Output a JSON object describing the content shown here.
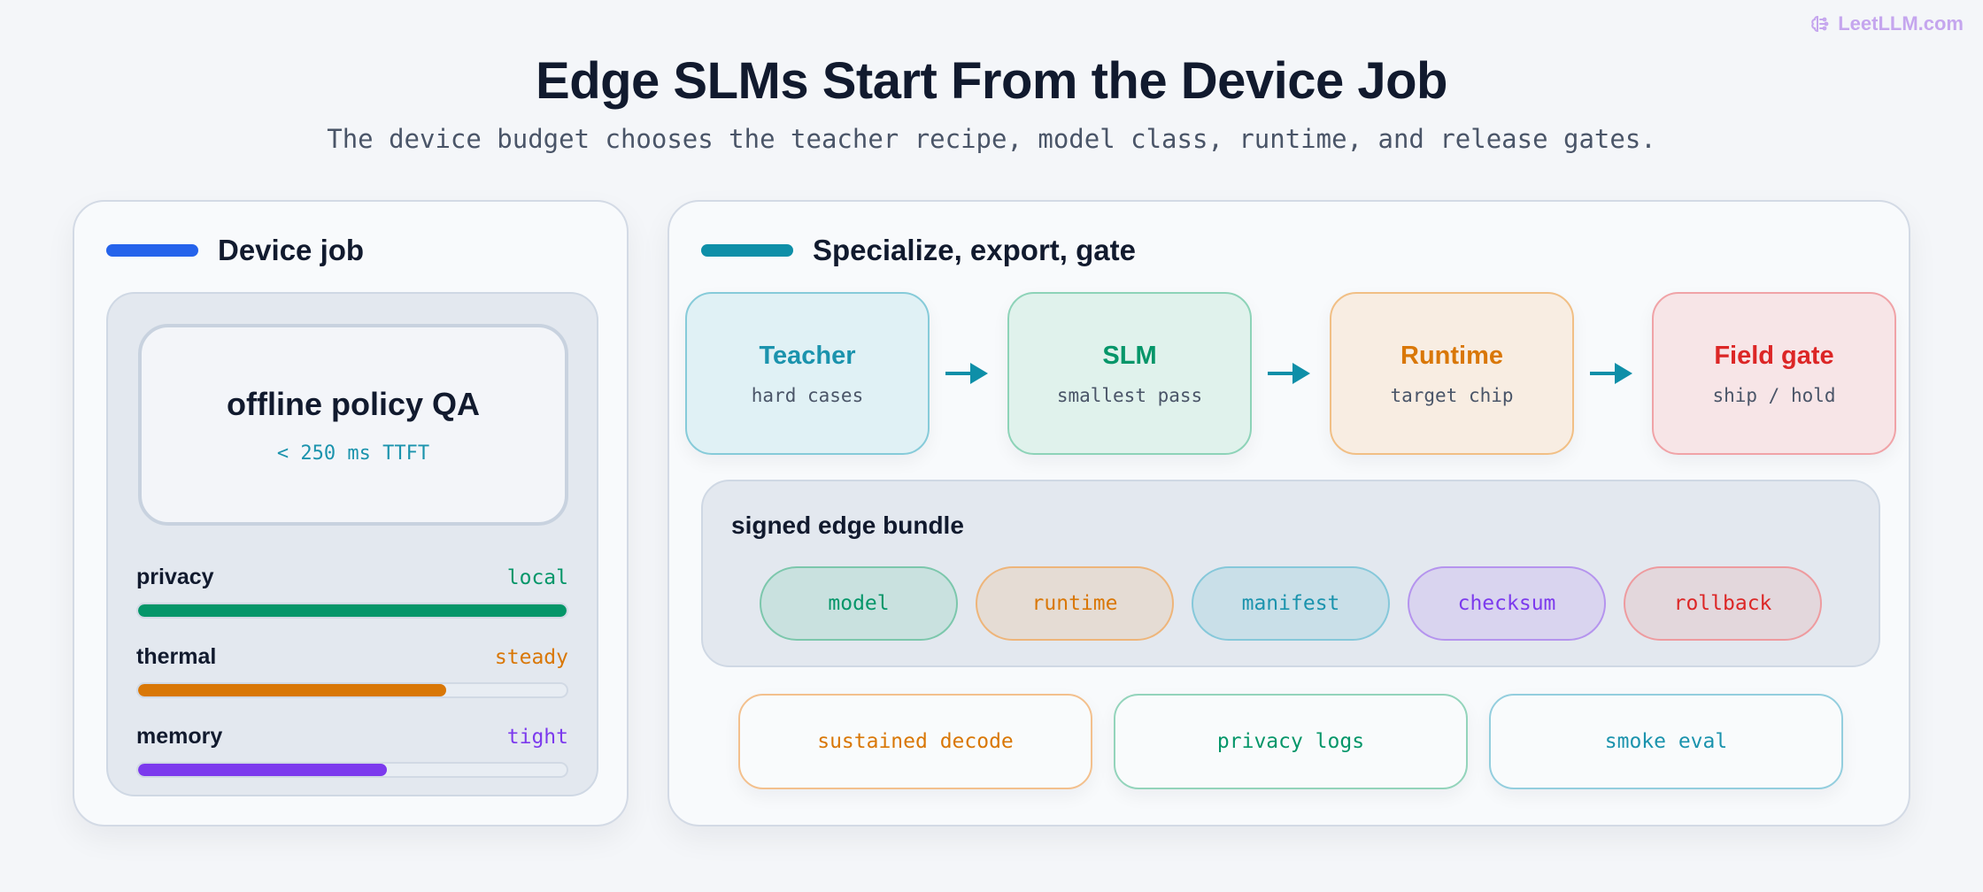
{
  "brand": {
    "name": "LeetLLM.com",
    "icon": "brain-icon",
    "color": "#c5a6ee"
  },
  "title": "Edge SLMs Start From the Device Job",
  "subtitle": "The device budget chooses the teacher recipe, model class, runtime, and release gates.",
  "device_panel": {
    "heading": "Device job",
    "accent": "#2563eb",
    "job": {
      "title": "offline policy QA",
      "constraint": "< 250 ms TTFT"
    },
    "meters": [
      {
        "label": "privacy",
        "value": "local",
        "level": 1.0,
        "color": "#059669"
      },
      {
        "label": "thermal",
        "value": "steady",
        "level": 0.72,
        "color": "#d97706"
      },
      {
        "label": "memory",
        "value": "tight",
        "level": 0.58,
        "color": "#7c3aed"
      }
    ]
  },
  "pipeline_panel": {
    "heading": "Specialize, export, gate",
    "accent": "#0e8fa8",
    "stages": [
      {
        "title": "Teacher",
        "sub": "hard cases",
        "color": "#1b93ad",
        "bg": "#e0f1f5",
        "border": "#86cbd9"
      },
      {
        "title": "SLM",
        "sub": "smallest pass",
        "color": "#059669",
        "bg": "#e0f2ec",
        "border": "#8dd3b8"
      },
      {
        "title": "Runtime",
        "sub": "target chip",
        "color": "#d97706",
        "bg": "#f8ede2",
        "border": "#f1bf85"
      },
      {
        "title": "Field gate",
        "sub": "ship / hold",
        "color": "#dc2626",
        "bg": "#f7e5e7",
        "border": "#f0a3a7"
      }
    ],
    "arrow_icon": "arrow-right-icon",
    "arrow_color": "#0e8fa8",
    "bundle": {
      "title": "signed edge bundle",
      "items": [
        {
          "label": "model",
          "color": "#059669",
          "bg": "#c9e1df",
          "border": "#7cc7ac"
        },
        {
          "label": "runtime",
          "color": "#d97706",
          "bg": "#e5dcd4",
          "border": "#eeb57a"
        },
        {
          "label": "manifest",
          "color": "#1b93ad",
          "bg": "#c9dfe8",
          "border": "#86c8da"
        },
        {
          "label": "checksum",
          "color": "#7c3aed",
          "bg": "#d9d4ef",
          "border": "#b594ee"
        },
        {
          "label": "rollback",
          "color": "#dc2626",
          "bg": "#e3d7dc",
          "border": "#ee9b9f"
        }
      ]
    },
    "gates": [
      {
        "label": "sustained decode",
        "color": "#d97706",
        "border": "#f3c08d"
      },
      {
        "label": "privacy logs",
        "color": "#059669",
        "border": "#93d4bb"
      },
      {
        "label": "smoke eval",
        "color": "#1b93ad",
        "border": "#93cede"
      }
    ]
  }
}
